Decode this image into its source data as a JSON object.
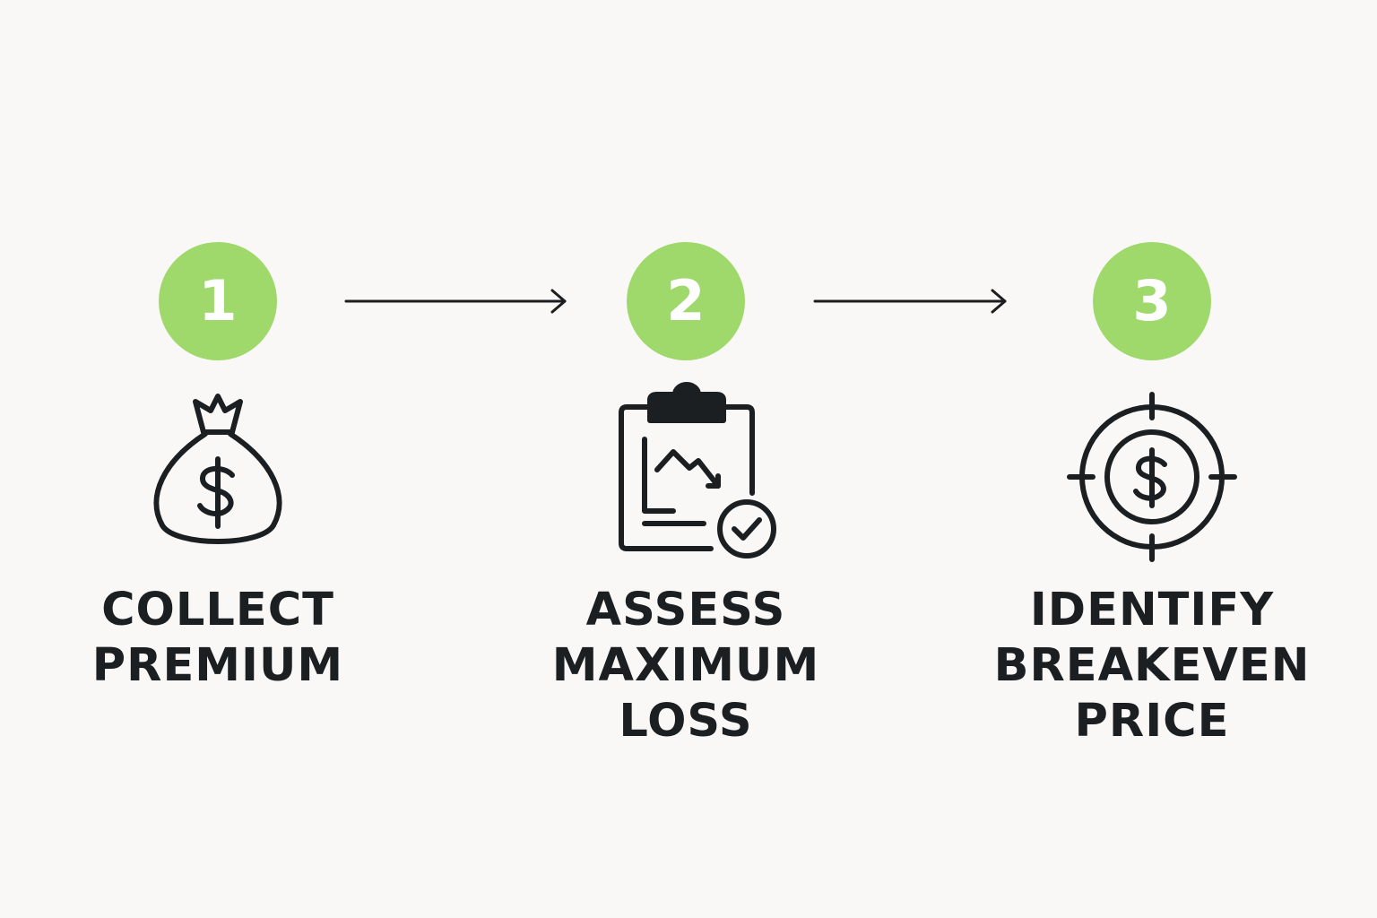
{
  "colors": {
    "background": "#f9f8f6",
    "badge": "#9fd96c",
    "badge_text": "#ffffff",
    "ink": "#1b1f22"
  },
  "steps": [
    {
      "number": "1",
      "icon": "money-bag-icon",
      "label_lines": [
        "COLLECT",
        "PREMIUM"
      ]
    },
    {
      "number": "2",
      "icon": "clipboard-chart-check-icon",
      "label_lines": [
        "ASSESS",
        "MAXIMUM",
        "LOSS"
      ]
    },
    {
      "number": "3",
      "icon": "target-dollar-icon",
      "label_lines": [
        "IDENTIFY",
        "BREAKEVEN",
        "PRICE"
      ]
    }
  ],
  "arrows": [
    {
      "from": "1",
      "to": "2"
    },
    {
      "from": "2",
      "to": "3"
    }
  ]
}
